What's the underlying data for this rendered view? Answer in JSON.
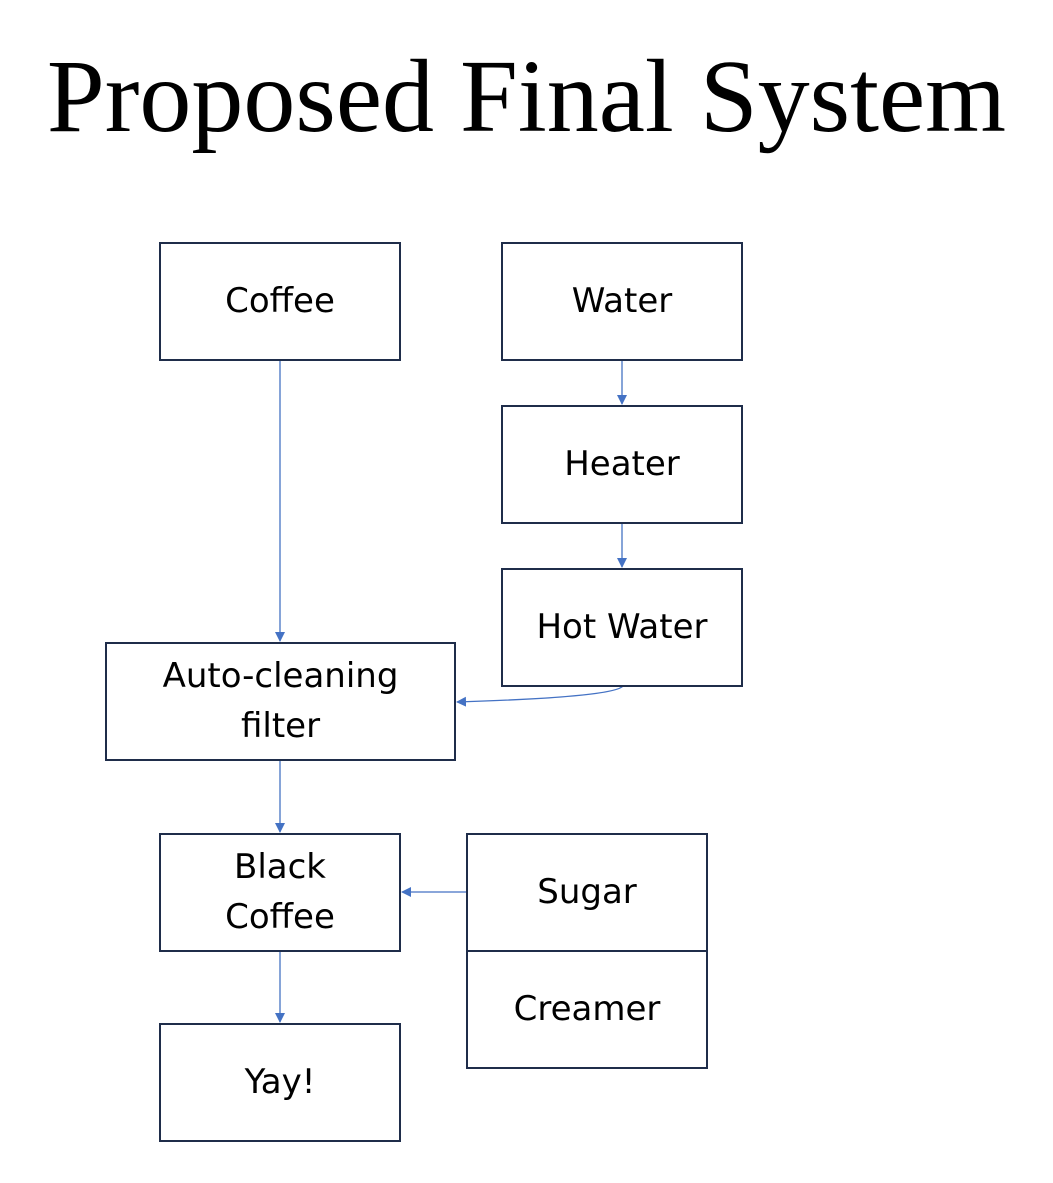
{
  "title": "Proposed Final System",
  "nodes": {
    "coffee": "Coffee",
    "water": "Water",
    "heater": "Heater",
    "hot_water": "Hot Water",
    "auto_filter": "Auto-cleaning filter",
    "black_coffee": "Black Coffee",
    "sugar": "Sugar",
    "creamer": "Creamer",
    "yay": "Yay!"
  },
  "edges": [
    {
      "from": "Coffee",
      "to": "Auto-cleaning filter"
    },
    {
      "from": "Water",
      "to": "Heater"
    },
    {
      "from": "Heater",
      "to": "Hot Water"
    },
    {
      "from": "Hot Water",
      "to": "Auto-cleaning filter"
    },
    {
      "from": "Auto-cleaning filter",
      "to": "Black Coffee"
    },
    {
      "from": "Sugar",
      "to": "Black Coffee"
    },
    {
      "from": "Black Coffee",
      "to": "Yay!"
    }
  ],
  "colors": {
    "arrow": "#4472c4",
    "box_border": "#1f2d4a"
  }
}
